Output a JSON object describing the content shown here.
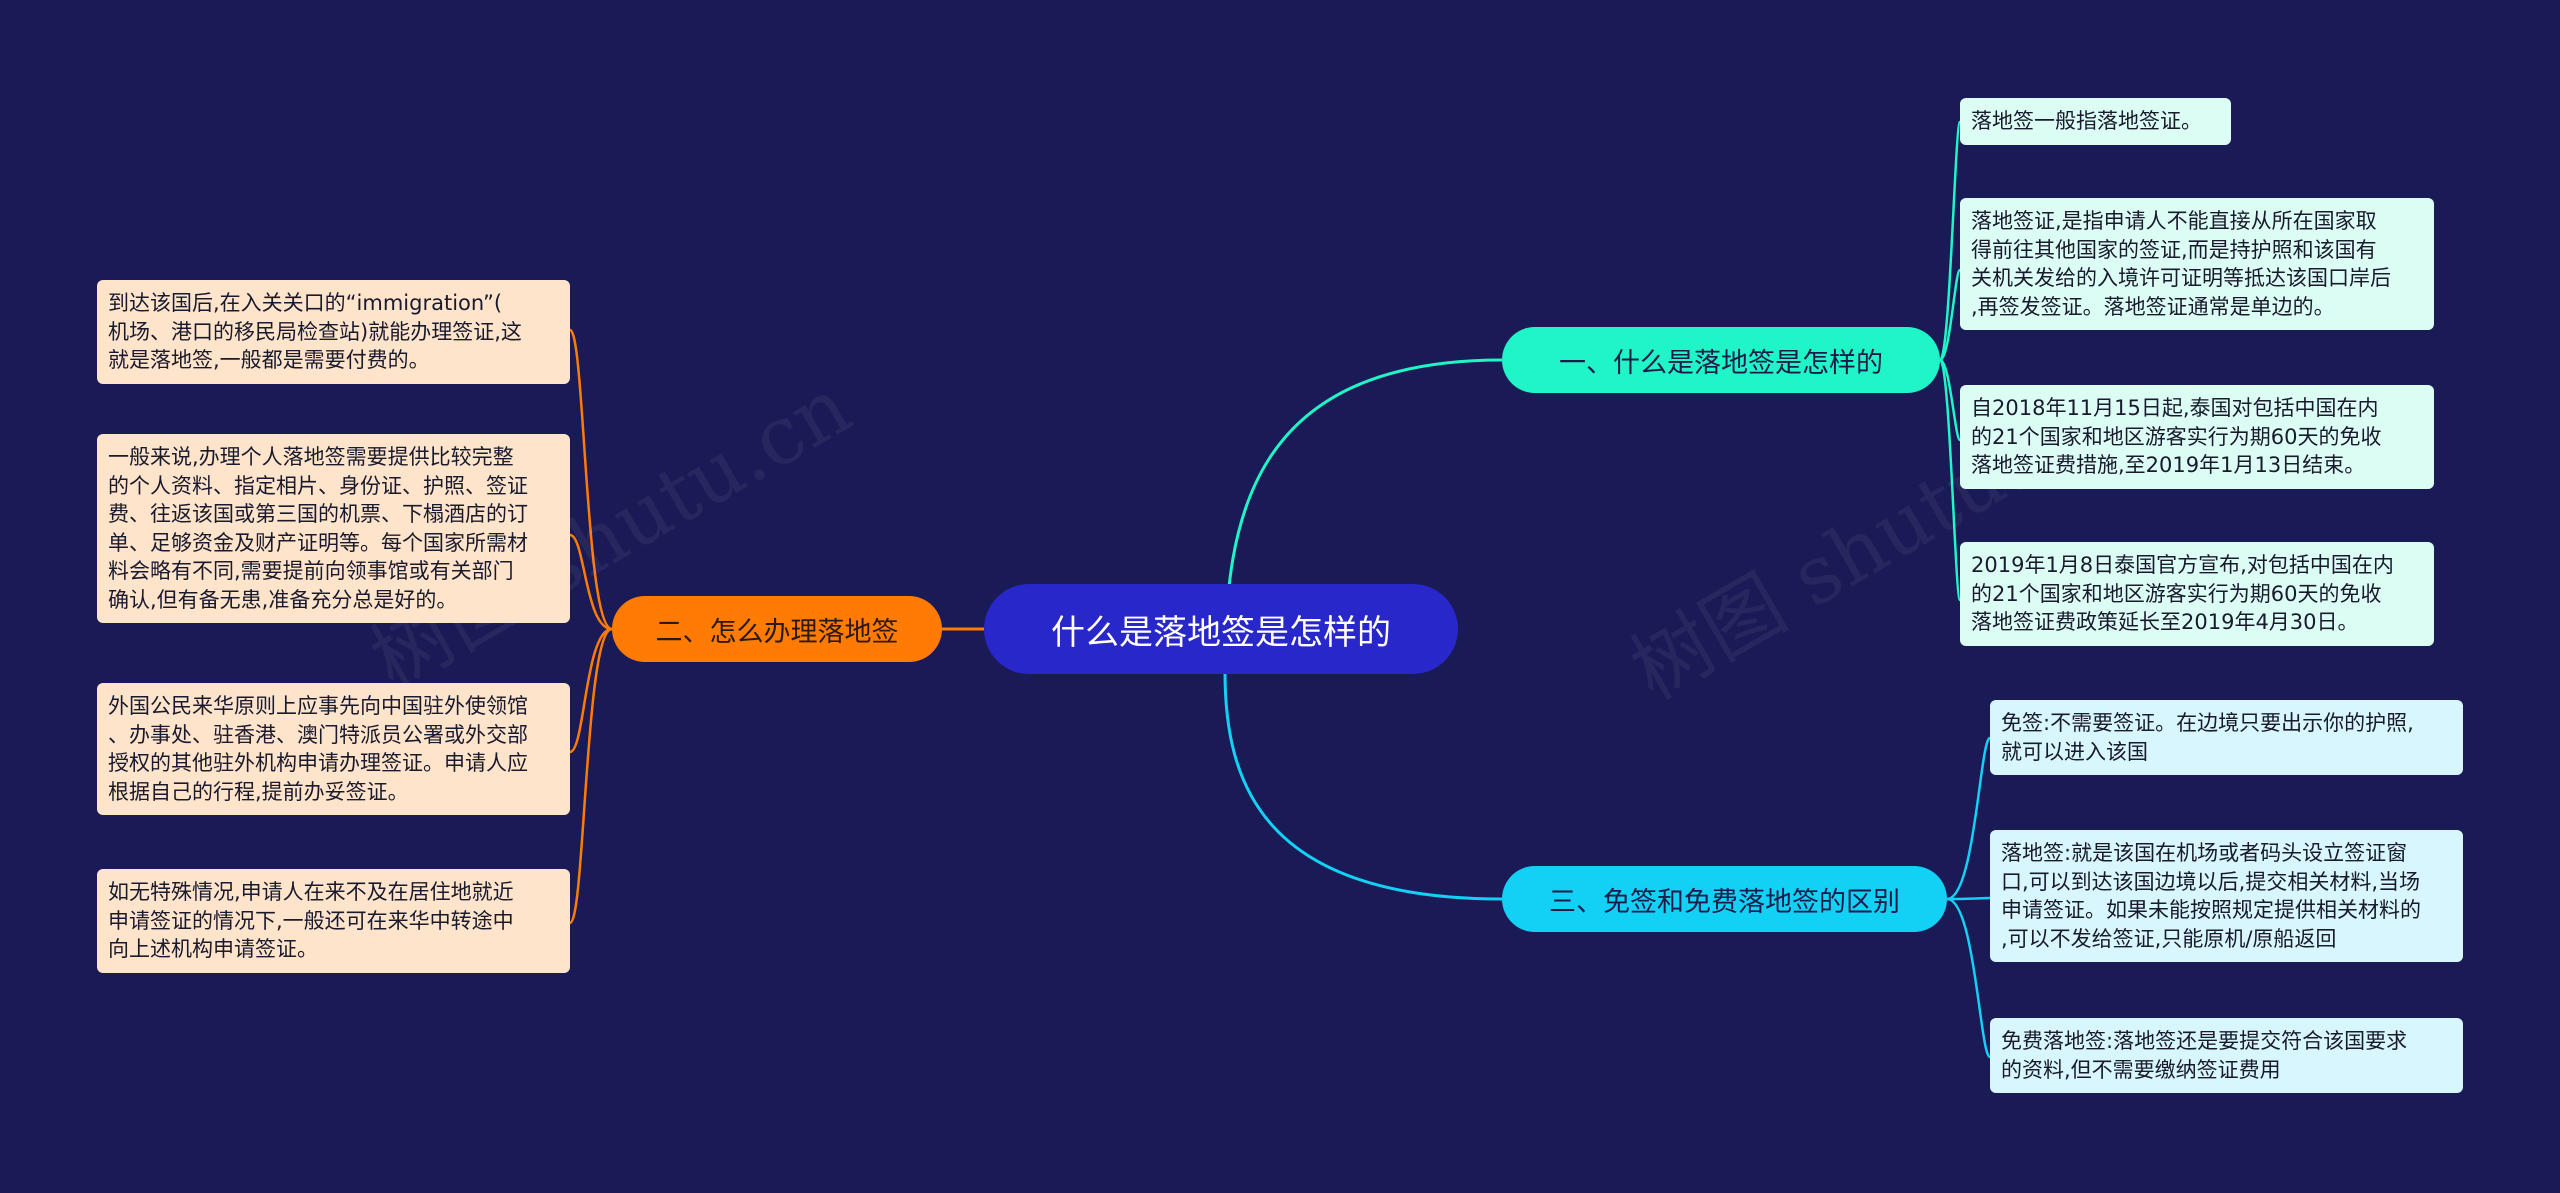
{
  "mindmap": {
    "root": "什么是落地签是怎样的",
    "branches": [
      {
        "label": "一、什么是落地签是怎样的",
        "color": "#1ff5c6",
        "leaves": [
          "落地签一般指落地签证。",
          "落地签证,是指申请人不能直接从所在国家取\n得前往其他国家的签证,而是持护照和该国有\n关机关发给的入境许可证明等抵达该国口岸后\n,再签发签证。落地签证通常是单边的。",
          "自2018年11月15日起,泰国对包括中国在内\n的21个国家和地区游客实行为期60天的免收\n落地签证费措施,至2019年1月13日结束。",
          "2019年1月8日泰国官方宣布,对包括中国在内\n的21个国家和地区游客实行为期60天的免收\n落地签证费政策延长至2019年4月30日。"
        ]
      },
      {
        "label": "二、怎么办理落地签",
        "color": "#ff7b04",
        "leaves": [
          "到达该国后,在入关关口的“immigration”(\n机场、港口的移民局检查站)就能办理签证,这\n就是落地签,一般都是需要付费的。",
          "一般来说,办理个人落地签需要提供比较完整\n的个人资料、指定相片、身份证、护照、签证\n费、往返该国或第三国的机票、下榻酒店的订\n单、足够资金及财产证明等。每个国家所需材\n料会略有不同,需要提前向领事馆或有关部门\n确认,但有备无患,准备充分总是好的。",
          "外国公民来华原则上应事先向中国驻外使领馆\n、办事处、驻香港、澳门特派员公署或外交部\n授权的其他驻外机构申请办理签证。申请人应\n根据自己的行程,提前办妥签证。",
          "如无特殊情况,申请人在来不及在居住地就近\n申请签证的情况下,一般还可在来华中转途中\n向上述机构申请签证。"
        ]
      },
      {
        "label": "三、免签和免费落地签的区别",
        "color": "#13d1f5",
        "leaves": [
          "免签:不需要签证。在边境只要出示你的护照,\n就可以进入该国",
          "落地签:就是该国在机场或者码头设立签证窗\n口,可以到达该国边境以后,提交相关材料,当场\n申请签证。如果未能按照规定提供相关材料的\n,可以不发给签证,只能原机/原船返回",
          "免费落地签:落地签还是要提交符合该国要求\n的资料,但不需要缴纳签证费用"
        ]
      }
    ]
  }
}
